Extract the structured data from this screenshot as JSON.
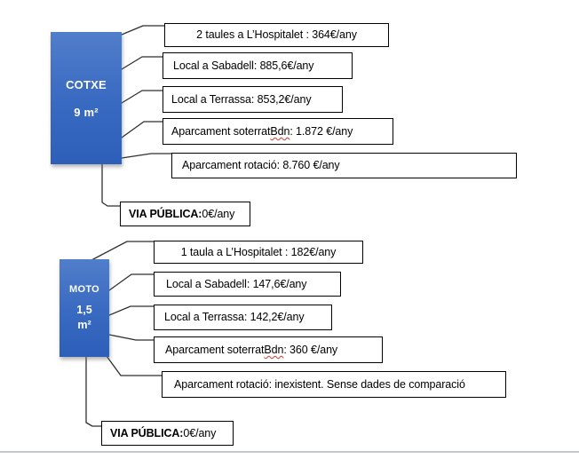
{
  "colors": {
    "node_blue_top": "#517ecb",
    "node_blue_bottom": "#2d5fba",
    "box_border": "#000000",
    "connector": "#2f2f2f",
    "squiggle_red": "#d83a2e",
    "bottom_divider": "#c4c8cf"
  },
  "cotxe": {
    "title": "COTXE",
    "size": "9 m²",
    "items": [
      {
        "text": "2 taules a L’Hospitalet : 364€/any"
      },
      {
        "text": "Local a Sabadell: 885,6€/any"
      },
      {
        "text": "Local a Terrassa: 853,2€/any"
      },
      {
        "pre": "Aparcament soterrat ",
        "word": "Bdn",
        "post": ": 1.872 €/any"
      },
      {
        "text": "Aparcament rotació: 8.760 €/any"
      }
    ],
    "via": {
      "bold": "VIA PÚBLICA:",
      "rest": " 0€/any"
    }
  },
  "moto": {
    "title": "MOTO",
    "size_line1": "1,5",
    "size_line2": "m²",
    "items": [
      {
        "text": "1 taula a L’Hospitalet : 182€/any"
      },
      {
        "text": "Local a Sabadell: 147,6€/any"
      },
      {
        "text": "Local a Terrassa: 142,2€/any"
      },
      {
        "pre": "Aparcament soterrat ",
        "word": "Bdn",
        "post": ": 360 €/any"
      },
      {
        "text": "Aparcament rotació: inexistent. Sense dades de comparació"
      }
    ],
    "via": {
      "bold": "VIA PÚBLICA:",
      "rest": " 0€/any"
    }
  }
}
